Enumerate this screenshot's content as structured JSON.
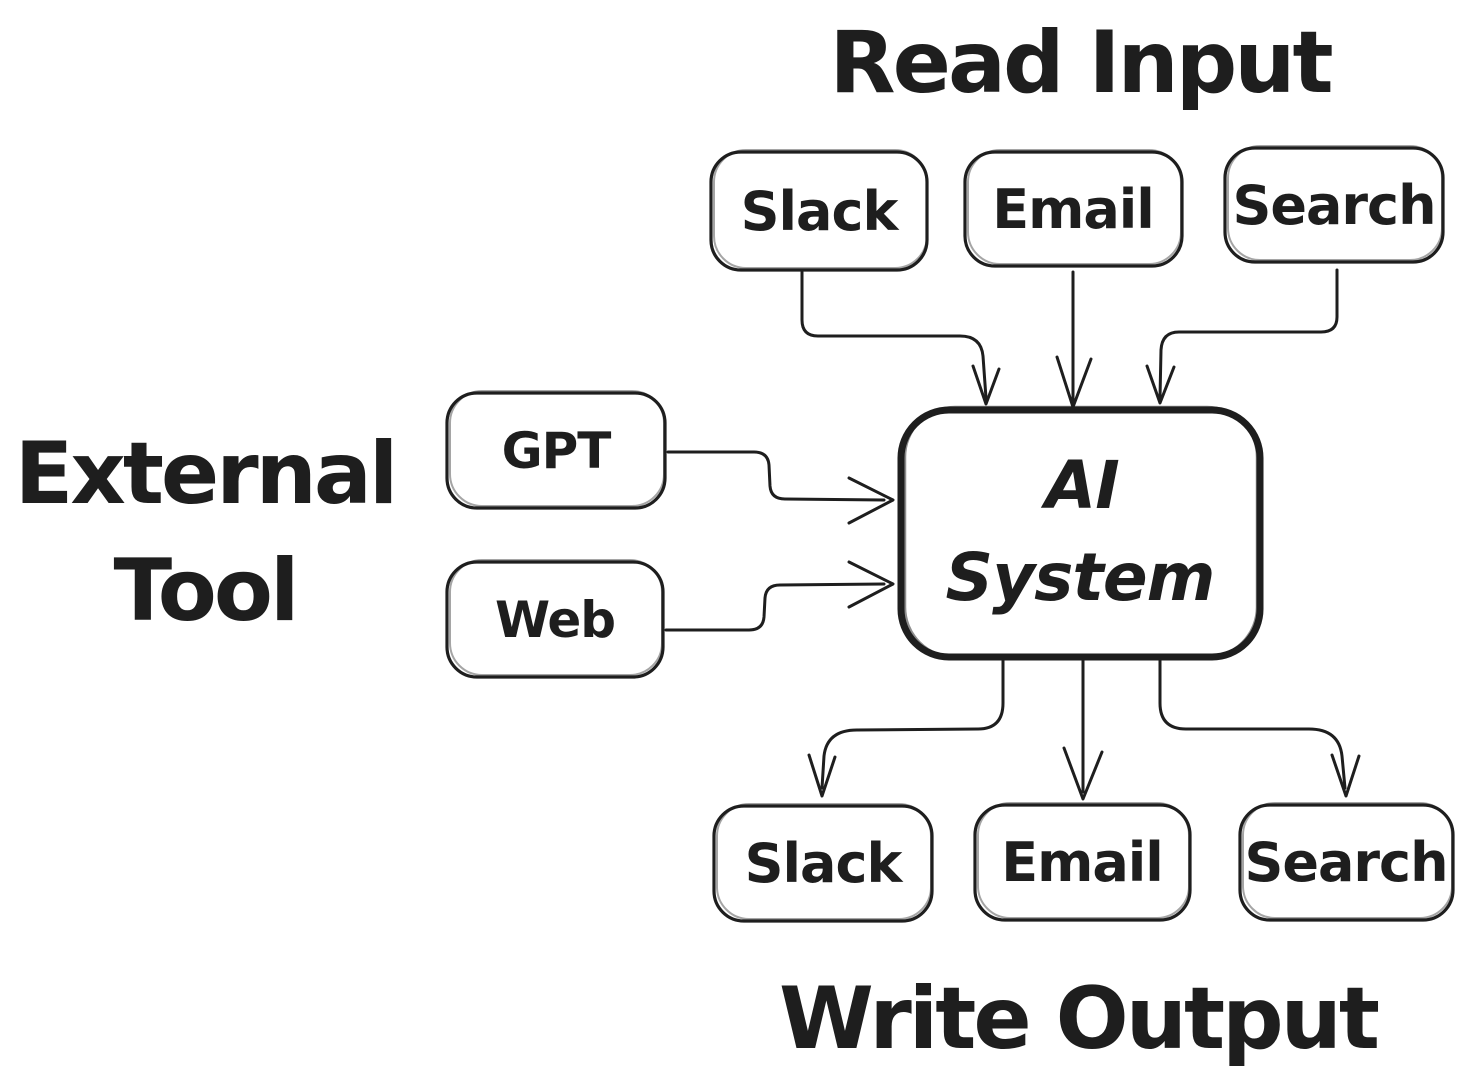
{
  "diagram": {
    "background": "#ffffff",
    "ink_color": "#1e1e1e",
    "titles": {
      "read_input": "Read Input",
      "external_tool_line1": "External",
      "external_tool_line2": "Tool",
      "write_output": "Write Output"
    },
    "nodes": {
      "input_slack": "Slack",
      "input_email": "Email",
      "input_search": "Search",
      "gpt": "GPT",
      "web": "Web",
      "ai_line1": "AI",
      "ai_line2": "System",
      "output_slack": "Slack",
      "output_email": "Email",
      "output_search": "Search"
    },
    "edges": [
      {
        "from": "Slack",
        "to": "AI System",
        "group": "read-input"
      },
      {
        "from": "Email",
        "to": "AI System",
        "group": "read-input"
      },
      {
        "from": "Search",
        "to": "AI System",
        "group": "read-input"
      },
      {
        "from": "GPT",
        "to": "AI System",
        "group": "external-tool"
      },
      {
        "from": "Web",
        "to": "AI System",
        "group": "external-tool"
      },
      {
        "from": "AI System",
        "to": "Slack",
        "group": "write-output"
      },
      {
        "from": "AI System",
        "to": "Email",
        "group": "write-output"
      },
      {
        "from": "AI System",
        "to": "Search",
        "group": "write-output"
      }
    ]
  }
}
